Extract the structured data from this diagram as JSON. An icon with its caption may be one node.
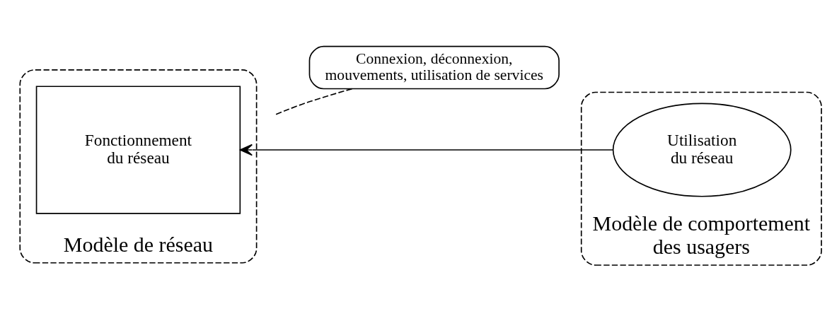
{
  "diagram": {
    "nodes": [
      {
        "text": [
          "Connexion, déconnexion, mouvements, utilisation de services"
        ]
      },
      {
        "text": [
          "Modèle de réseau"
        ]
      },
      {
        "text": [
          "Fonctionnement du réseau"
        ],
        "in": 1
      },
      {
        "text": [
          "Modèle de comportement des usagers"
        ]
      },
      {
        "text": [
          "Utilisation du réseau"
        ],
        "in": 3
      }
    ],
    "edges": [
      {
        "from": 4,
        "to": 2,
        "arrow": "to"
      },
      {
        "from": 0,
        "to": null,
        "arrow": "none",
        "style": "dashed"
      }
    ]
  }
}
